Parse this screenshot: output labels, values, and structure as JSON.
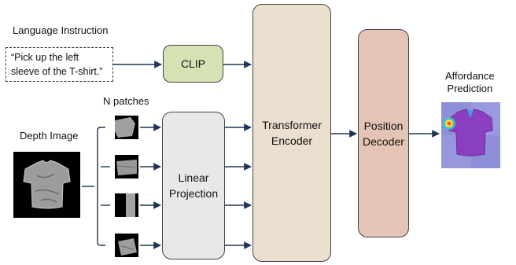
{
  "language_instruction": {
    "heading": "Language Instruction",
    "text_line1": "“Pick up the left",
    "text_line2": "sleeve of the T-shirt.”"
  },
  "clip": {
    "label": "CLIP"
  },
  "patches": {
    "heading": "N patches"
  },
  "depth_image": {
    "heading": "Depth Image"
  },
  "linear_projection": {
    "line1": "Linear",
    "line2": "Projection"
  },
  "transformer_encoder": {
    "line1": "Transformer",
    "line2": "Encoder"
  },
  "position_decoder": {
    "line1": "Position",
    "line2": "Decoder"
  },
  "affordance": {
    "line1": "Affordance",
    "line2": "Prediction"
  },
  "colors": {
    "clip": "#d6e2b3",
    "linear_projection": "#e8e8ea",
    "transformer_encoder": "#ebe0cf",
    "position_decoder": "#e4c4b4",
    "affordance_bg": "#8f8ed8",
    "heatmap": "#ffdd33"
  }
}
